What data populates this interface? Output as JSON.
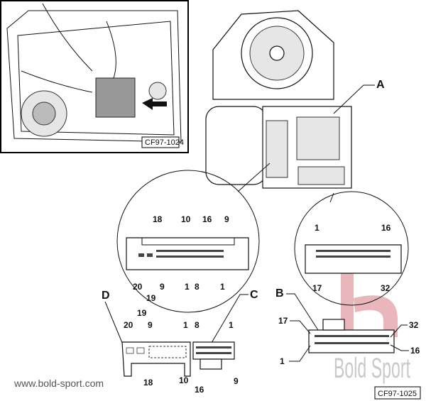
{
  "figure_codes": {
    "inset": "CF97-1024",
    "main": "CF97-1025"
  },
  "website": "www.bold-sport.com",
  "watermark": "Bold Sport",
  "callouts": {
    "A": "A",
    "B": "B",
    "C": "C",
    "D": "D"
  },
  "left_circle_pins": {
    "top": [
      "18",
      "10",
      "16",
      "9"
    ],
    "bottom": [
      "20",
      "19",
      "9",
      "1",
      "8",
      "1"
    ]
  },
  "right_circle_pins": {
    "top": [
      "1",
      "16"
    ],
    "bottom": [
      "17",
      "32"
    ]
  },
  "connector_D_pins": {
    "top": [
      "19",
      "20",
      "9",
      "1"
    ],
    "bottom": [
      "18",
      "10"
    ]
  },
  "connector_C_pins": {
    "top": [
      "8",
      "1"
    ],
    "bottom": [
      "16",
      "9"
    ]
  },
  "connector_B_pins": {
    "left": [
      "17",
      "1"
    ],
    "right": [
      "32",
      "16"
    ]
  }
}
